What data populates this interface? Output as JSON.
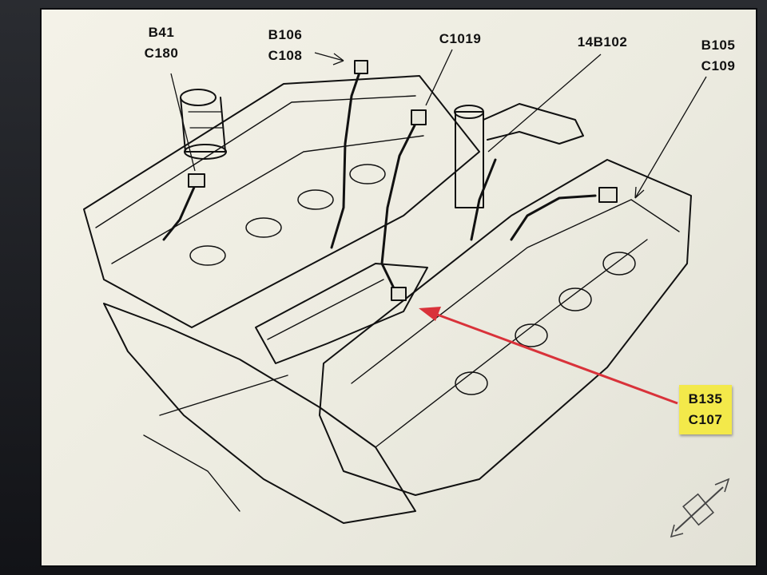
{
  "callouts": [
    {
      "id": "b41-c180",
      "lines": [
        "B41",
        "C180"
      ]
    },
    {
      "id": "b106-c108",
      "lines": [
        "B106",
        "C108"
      ]
    },
    {
      "id": "c1019",
      "lines": [
        "C1019"
      ]
    },
    {
      "id": "14b102",
      "lines": [
        "14B102"
      ]
    },
    {
      "id": "b105-c109",
      "lines": [
        "B105",
        "C109"
      ]
    },
    {
      "id": "b135-c107",
      "lines": [
        "B135",
        "C107"
      ]
    }
  ],
  "colors": {
    "highlight": "#f3e94a",
    "red_arrow": "#d9323a",
    "line_art": "#111111",
    "paper": "#efeee4"
  },
  "icons": [
    "resize-arrow-icon"
  ]
}
